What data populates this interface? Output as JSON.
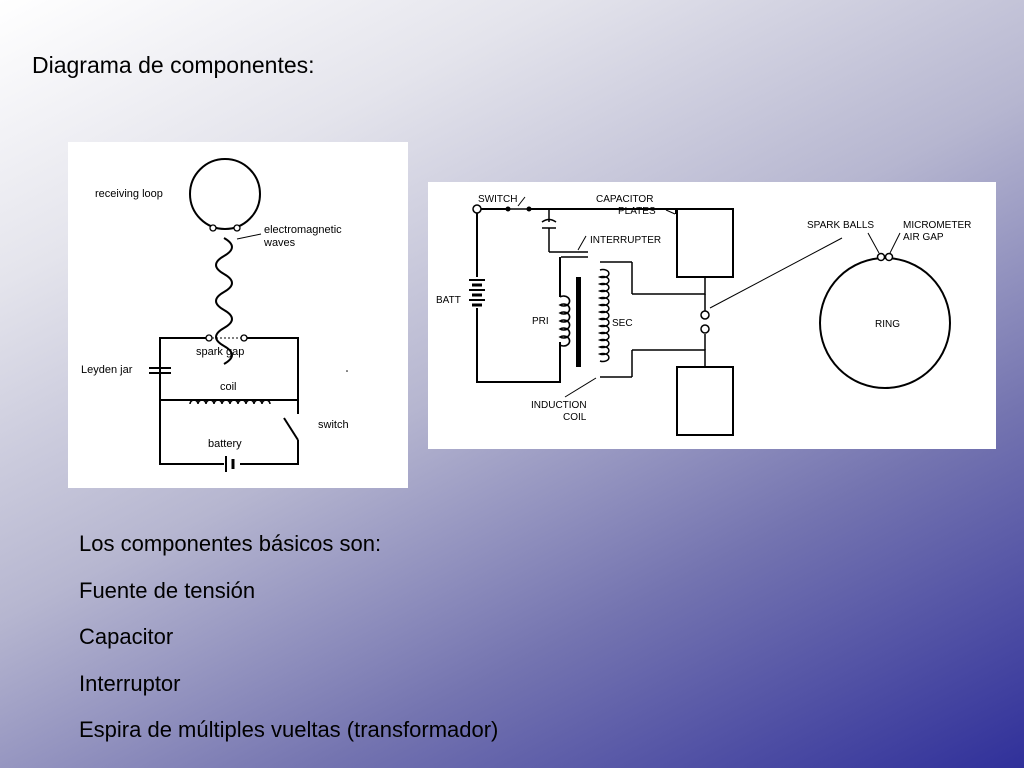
{
  "title": "Diagrama de componentes:",
  "left_diagram": {
    "labels": {
      "receiving_loop": "receiving loop",
      "electromagnetic": "electromagnetic",
      "waves": "waves",
      "spark_gap": "spark gap",
      "leyden_jar": "Leyden jar",
      "coil": "coil",
      "switch": "switch",
      "battery": "battery"
    }
  },
  "right_diagram": {
    "labels": {
      "switch": "SWITCH",
      "capacitor": "CAPACITOR",
      "plates": "PLATES",
      "interrupter": "INTERRUPTER",
      "batt": "BATT",
      "pri": "PRI",
      "sec": "SEC",
      "induction": "INDUCTION",
      "coil": "COIL",
      "spark_balls": "SPARK BALLS",
      "micrometer": "MICROMETER",
      "air_gap": "AIR GAP",
      "ring": "RING"
    }
  },
  "bullets": [
    "Los componentes básicos son:",
    "Fuente de tensión",
    "Capacitor",
    "Interruptor",
    "Espira de múltiples vueltas (transformador)"
  ]
}
